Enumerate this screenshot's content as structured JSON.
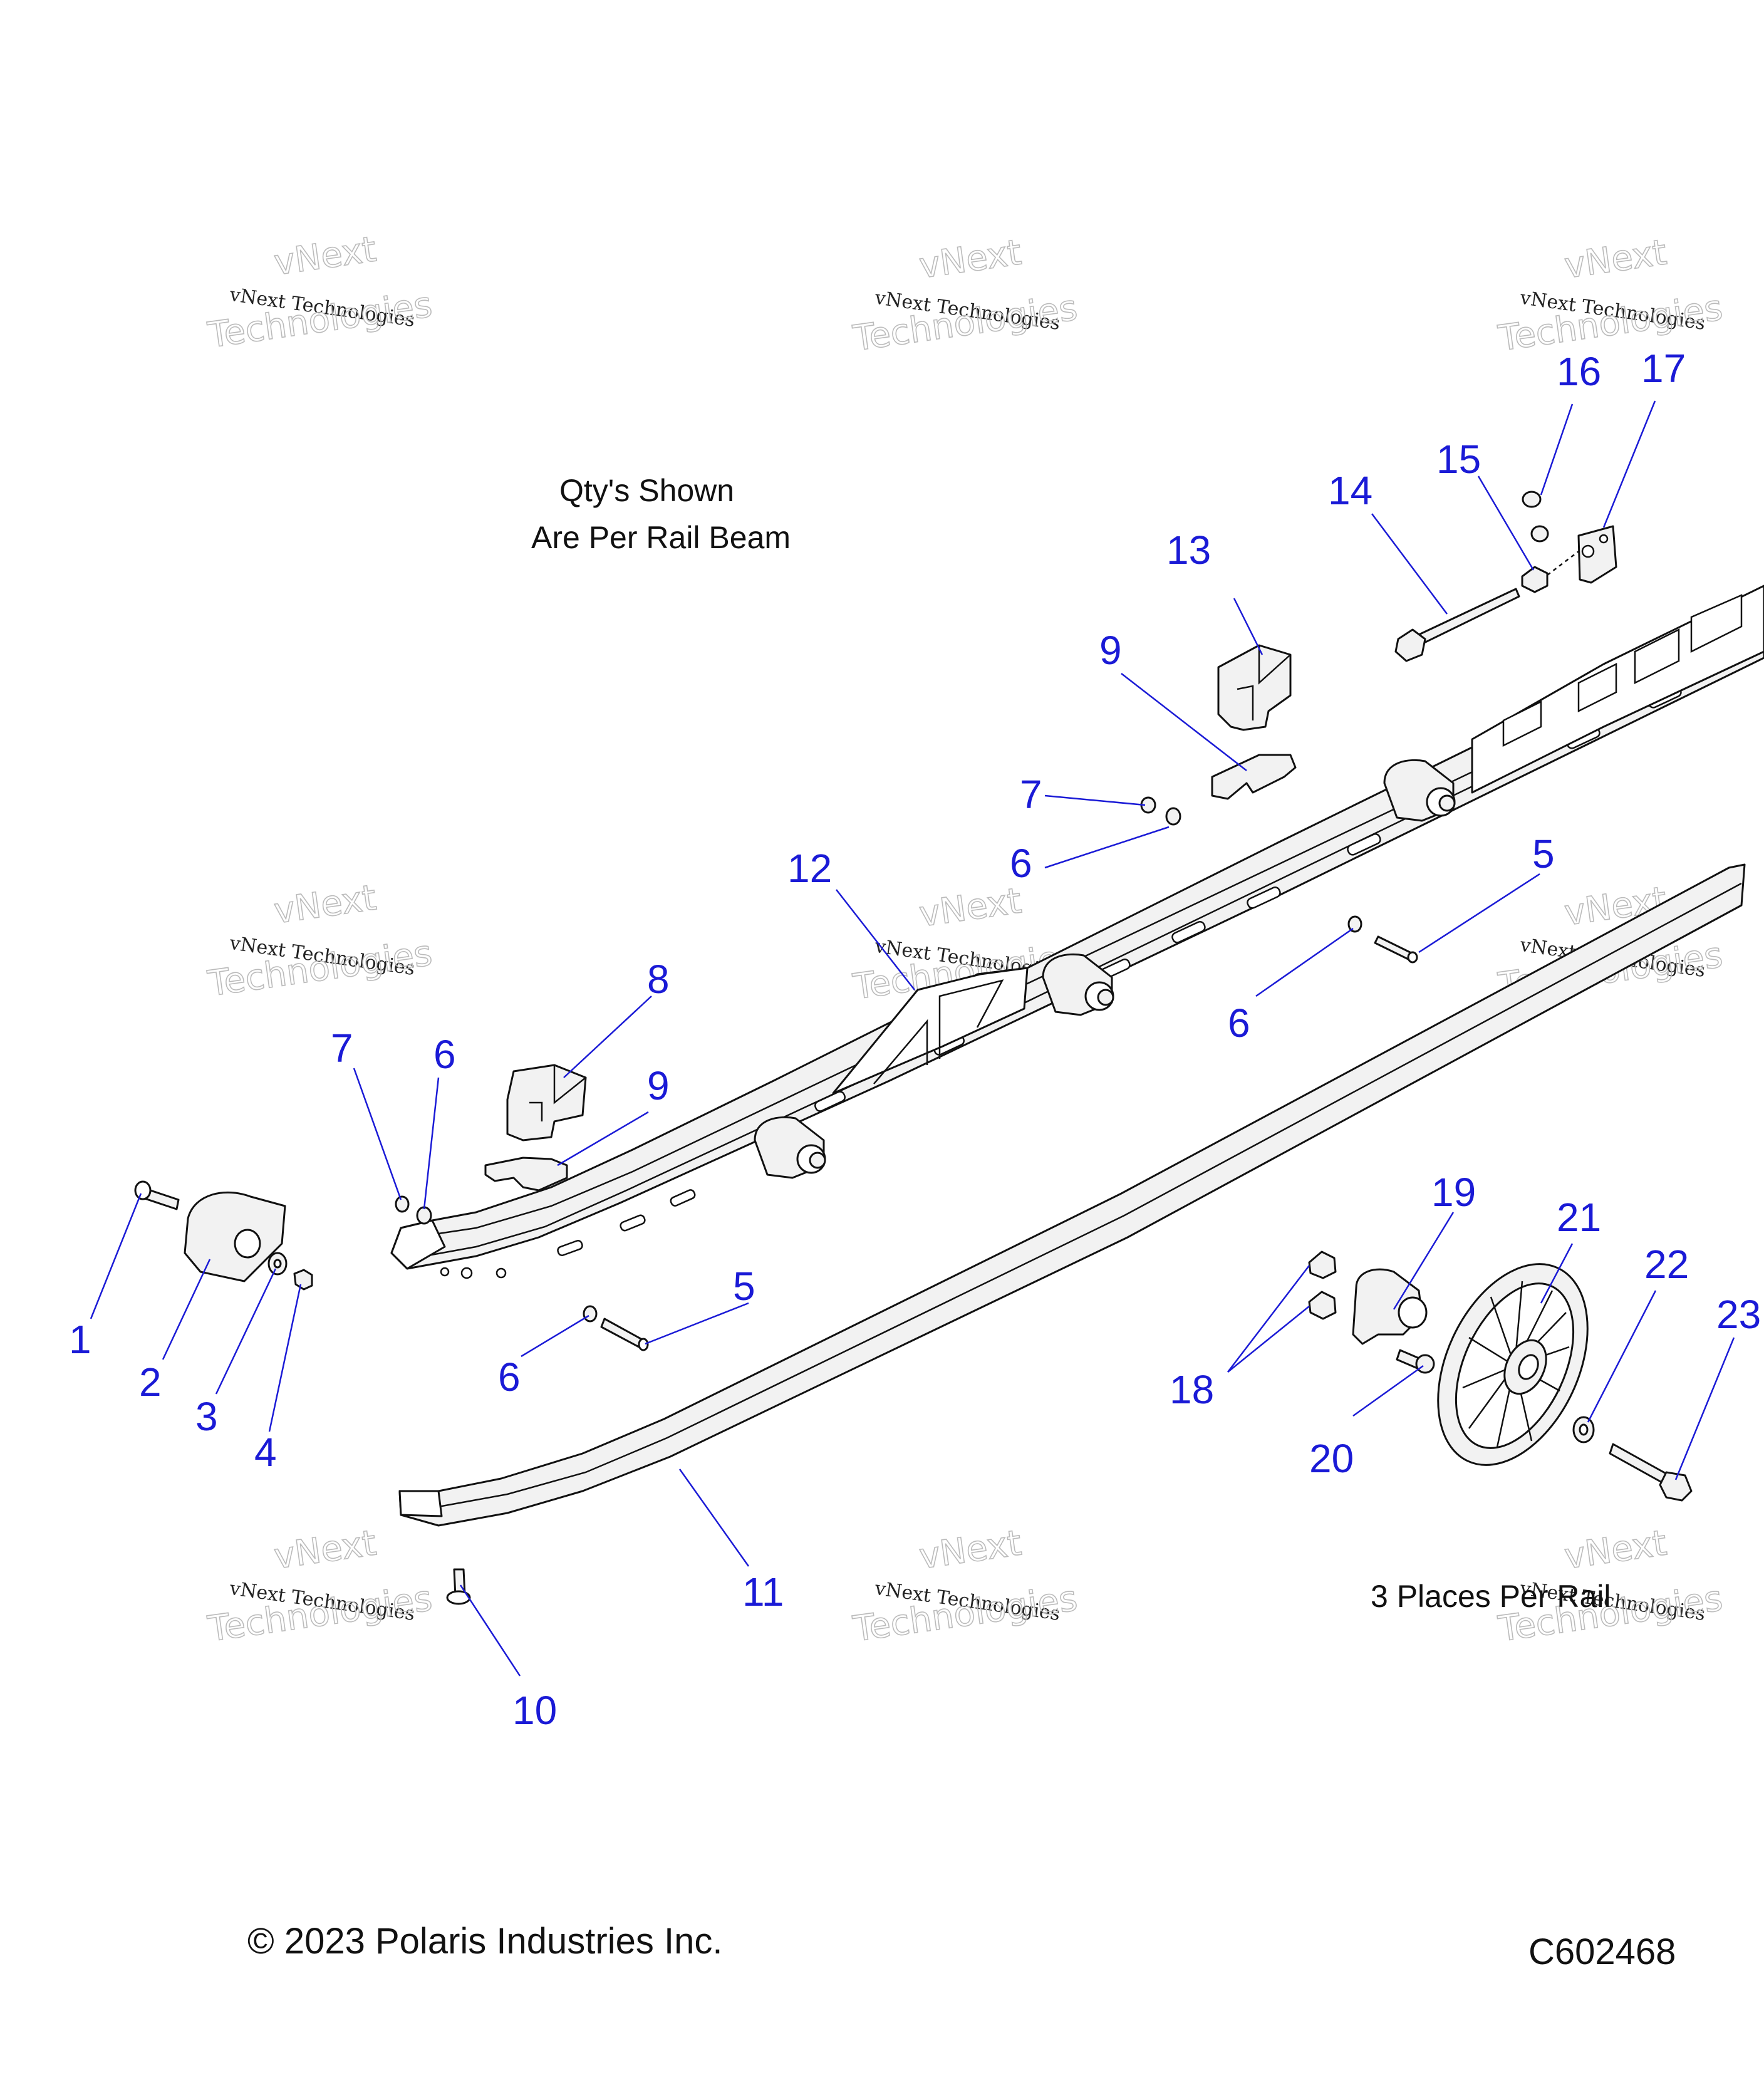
{
  "notes": {
    "qty_line1": "Qty's Shown",
    "qty_line2": "Are Per Rail Beam",
    "places": "3 Places Per Rail"
  },
  "footer": {
    "copyright": "© 2023 Polaris Industries Inc.",
    "code": "C602468"
  },
  "watermark": {
    "line1": "vNext Technologies",
    "line2a": "vNext",
    "line2b": "Technologies"
  },
  "callouts": [
    "1",
    "2",
    "3",
    "4",
    "5",
    "5",
    "6",
    "6",
    "6",
    "6",
    "7",
    "7",
    "8",
    "9",
    "9",
    "10",
    "11",
    "12",
    "13",
    "14",
    "15",
    "16",
    "17",
    "18",
    "19",
    "20",
    "21",
    "22",
    "23"
  ],
  "colors": {
    "callout": "#1a1ad6",
    "line_art": "#111111"
  }
}
